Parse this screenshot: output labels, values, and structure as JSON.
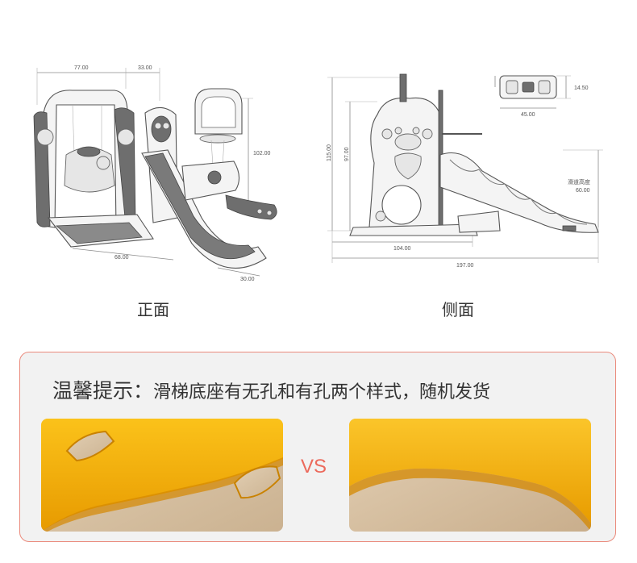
{
  "front_view": {
    "caption": "正面",
    "dims": {
      "top_width": "77.00",
      "top_offset": "33.00",
      "height": "102.00",
      "depth": "68.00",
      "slide_end": "30.00"
    }
  },
  "side_view": {
    "caption": "侧面",
    "dims": {
      "total_height": "115.00",
      "body_height": "97.00",
      "base_length": "104.00",
      "total_length": "197.00",
      "slide_height_label": "滑道高度",
      "slide_height": "60.00",
      "panel_width": "45.00",
      "panel_height": "14.50"
    }
  },
  "tip": {
    "label": "温馨提示：",
    "text": "滑梯底座有无孔和有孔两个样式，随机发货",
    "vs": "VS"
  },
  "colors": {
    "tip_border": "#ea8a7c",
    "tip_bg": "#f2f2f2",
    "vs": "#ec6a5c",
    "base_yellow": "#f6b400",
    "mat_beige": "#d9c3a4"
  }
}
